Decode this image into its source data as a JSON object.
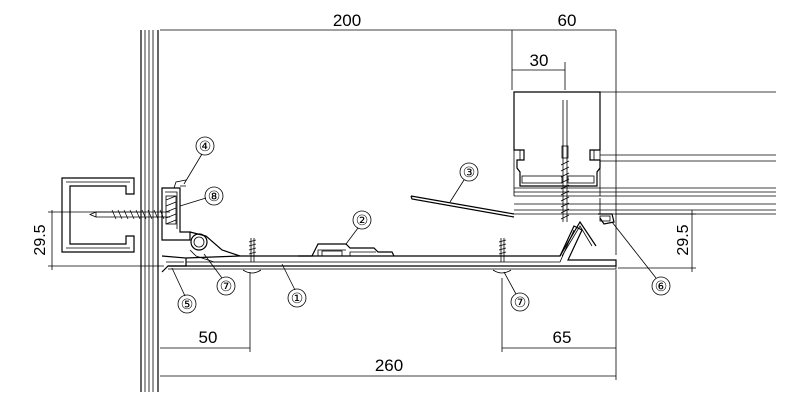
{
  "dimensions": {
    "top_main": "200",
    "top_right": "60",
    "inner_offset": "30",
    "left_height": "29.5",
    "right_height": "29.5",
    "bottom_left": "50",
    "bottom_right": "65",
    "bottom_total": "260"
  },
  "callouts": [
    "①",
    "②",
    "③",
    "④",
    "⑤",
    "⑥",
    "⑦",
    "⑦",
    "⑧"
  ]
}
